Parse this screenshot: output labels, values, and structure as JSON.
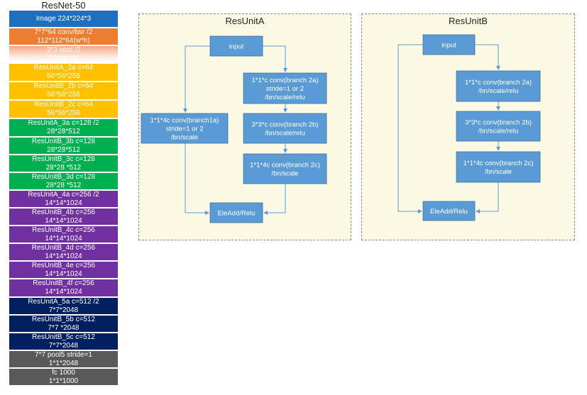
{
  "left_title": "ResNet-50",
  "layers": [
    {
      "lines": [
        "Image 224*224*3"
      ],
      "color": "#1f6fc0",
      "text_color": "#ffffff"
    },
    {
      "lines": [
        "7*7*64 conv/bsr /2",
        "112*112*64(w*h)"
      ],
      "color": "#ed7d31",
      "text_color": "#ffffff"
    },
    {
      "lines": [
        "3*3 pool /2",
        "56*56*64"
      ],
      "color": "#f8c4b4",
      "text_color": "#ffffff",
      "gradient": true
    },
    {
      "lines": [
        "ResUnitA_2a c=64",
        "56*56*256"
      ],
      "color": "#ffc000",
      "text_color": "#ffffff"
    },
    {
      "lines": [
        "ResUnitB_2b c=64",
        "56*56*256"
      ],
      "color": "#ffc000",
      "text_color": "#ffffff"
    },
    {
      "lines": [
        "ResUnitB_2c c=64",
        "56*56*256"
      ],
      "color": "#ffc000",
      "text_color": "#ffffff"
    },
    {
      "lines": [
        "ResUnitA_3a c=128 /2",
        "28*28*512"
      ],
      "color": "#00b050",
      "text_color": "#ffffff"
    },
    {
      "lines": [
        "ResUnitB_3b c=128",
        "28*28*512"
      ],
      "color": "#00b050",
      "text_color": "#ffffff"
    },
    {
      "lines": [
        "ResUnitB_3c c=128",
        "28*28 *512"
      ],
      "color": "#00b050",
      "text_color": "#ffffff"
    },
    {
      "lines": [
        "ResUnitB_3d c=128",
        "28*28 *512"
      ],
      "color": "#00b050",
      "text_color": "#ffffff"
    },
    {
      "lines": [
        "ResUnitA_4a c=256 /2",
        "14*14*1024"
      ],
      "color": "#7030a0",
      "text_color": "#ffffff"
    },
    {
      "lines": [
        "ResUnitB_4b c=256",
        "14*14*1024"
      ],
      "color": "#7030a0",
      "text_color": "#ffffff"
    },
    {
      "lines": [
        "ResUnitB_4c c=256",
        "14*14*1024"
      ],
      "color": "#7030a0",
      "text_color": "#ffffff"
    },
    {
      "lines": [
        "ResUnitB_4d c=256",
        "14*14*1024"
      ],
      "color": "#7030a0",
      "text_color": "#ffffff"
    },
    {
      "lines": [
        "ResUnitB_4e c=256",
        "14*14*1024"
      ],
      "color": "#7030a0",
      "text_color": "#ffffff"
    },
    {
      "lines": [
        "ResUnitB_4f c=256",
        "14*14*1024"
      ],
      "color": "#7030a0",
      "text_color": "#ffffff"
    },
    {
      "lines": [
        "ResUnitA_5a c=512 /2",
        "7*7*2048"
      ],
      "color": "#002060",
      "text_color": "#ffffff"
    },
    {
      "lines": [
        "ResUnitB_5b c=512",
        "7*7 *2048"
      ],
      "color": "#002060",
      "text_color": "#ffffff"
    },
    {
      "lines": [
        "ResUnitB_5c c=512",
        "7*7*2048"
      ],
      "color": "#002060",
      "text_color": "#ffffff"
    },
    {
      "lines": [
        "7*7 pool5 stride=1",
        "1*1*2048"
      ],
      "color": "#595959",
      "text_color": "#ffffff"
    },
    {
      "lines": [
        "fc 1000",
        "1*1*1000"
      ],
      "color": "#595959",
      "text_color": "#ffffff"
    }
  ],
  "unit_a": {
    "title": "ResUnitA",
    "input": "input",
    "branch1a": [
      "1*1*4c conv(branch1a)",
      "stride=1 or 2",
      "/bn/scale"
    ],
    "branch2a": [
      "1*1*c conv(branch 2a)",
      "stride=1 or 2",
      "/bn/scale/relu"
    ],
    "branch2b": [
      "3*3*c conv(branch 2b)",
      "/bn/scale/relu"
    ],
    "branch2c": [
      "1*1*4c conv(branch 2c)",
      "/bn/scale"
    ],
    "eleadd": "EleAdd/Relu"
  },
  "unit_b": {
    "title": "ResUnitB",
    "input": "input",
    "branch2a": [
      "1*1*c conv(branch 2a)",
      "/bn/scale/relu"
    ],
    "branch2b": [
      "3*3*c conv(branch 2b)",
      "/bn/scale/relu"
    ],
    "branch2c": [
      "1*1*4c conv(branch 2c)",
      "/bn/scale"
    ],
    "eleadd": "EleAdd/Relu"
  },
  "colors": {
    "node_fill": "#5b9bd5",
    "node_stroke": "#41719c",
    "arrow": "#5b9bd5",
    "panel_fill": "#fbf9e3"
  }
}
